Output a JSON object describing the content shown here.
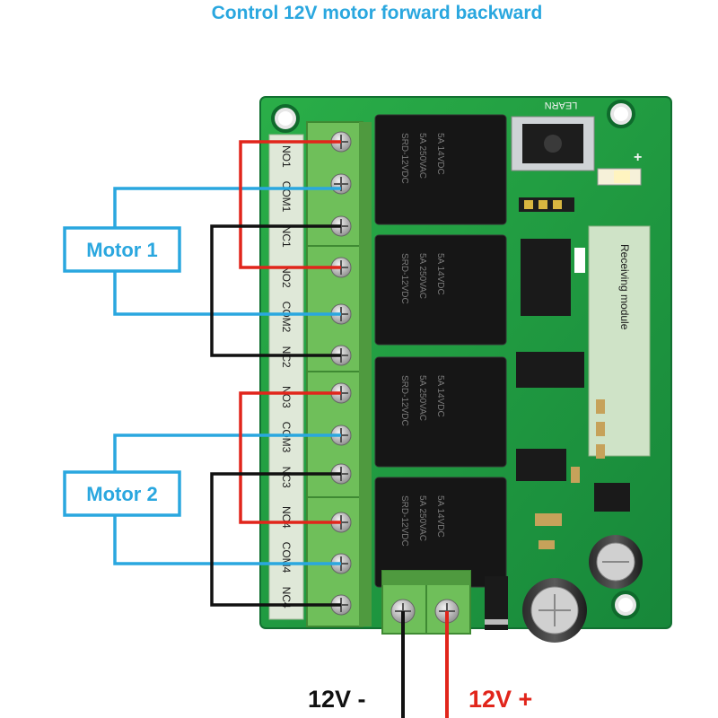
{
  "title": "Control 12V motor forward backward",
  "motors": [
    {
      "label": "Motor 1"
    },
    {
      "label": "Motor 2"
    }
  ],
  "terminal_labels": [
    "NO1",
    "COM1",
    "NC1",
    "NO2",
    "COM2",
    "NC2",
    "NO3",
    "COM3",
    "NC3",
    "NO4",
    "COM4",
    "NC4"
  ],
  "board": {
    "learn_label": "LEARN",
    "module_label": "Receiving module",
    "relay_model": "SRD-12VDC",
    "relay_rating_1": "5A 250VAC",
    "relay_rating_2": "5A 14VDC"
  },
  "power": {
    "negative_label": "12V -",
    "positive_label": "12V +"
  },
  "colors": {
    "title": "#2aa7df",
    "motor_wire": "#2aa7df",
    "positive_wire": "#e1251b",
    "negative_wire": "#111111",
    "pcb": "#1f9a3c",
    "terminal_block": "#6fbf5a",
    "relay": "#161616"
  }
}
